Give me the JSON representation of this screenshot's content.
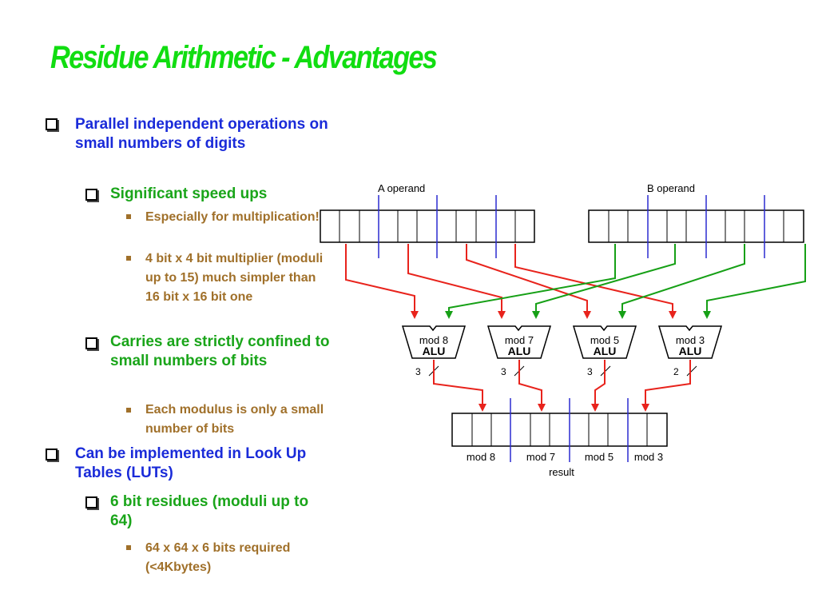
{
  "slide": {
    "title": "Residue Arithmetic - Advantages"
  },
  "bullets": [
    {
      "level": 1,
      "text": "Parallel independent operations on small numbers of digits"
    },
    {
      "level": 2,
      "text": "Significant speed ups"
    },
    {
      "level": 3,
      "text": "Especially for multiplication!"
    },
    {
      "level": 3,
      "text": "4 bit x 4 bit multiplier (moduli up to 15) much simpler than 16 bit x 16 bit one"
    },
    {
      "level": 2,
      "text": "Carries are strictly confined to small numbers of bits"
    },
    {
      "level": 3,
      "text": "Each modulus is only a small number of bits"
    },
    {
      "level": 1,
      "text": "Can be implemented in Look Up Tables (LUTs)"
    },
    {
      "level": 2,
      "text": "6 bit residues (moduli up to 64)"
    },
    {
      "level": 3,
      "text": "64 x 64 x 6 bits required (<4Kbytes)"
    }
  ],
  "diagram": {
    "a_operand_label": "A operand",
    "b_operand_label": "B operand",
    "alus": [
      {
        "mod_label": "mod 8",
        "name": "ALU",
        "bit_width": "3"
      },
      {
        "mod_label": "mod 7",
        "name": "ALU",
        "bit_width": "3"
      },
      {
        "mod_label": "mod 5",
        "name": "ALU",
        "bit_width": "3"
      },
      {
        "mod_label": "mod 3",
        "name": "ALU",
        "bit_width": "2"
      }
    ],
    "result_fields": [
      "mod 8",
      "mod 7",
      "mod 5",
      "mod 3"
    ],
    "result_label": "result",
    "colors": {
      "a_arrow": "#e8231c",
      "b_arrow": "#16a016",
      "divider": "#2a2ad0"
    }
  }
}
